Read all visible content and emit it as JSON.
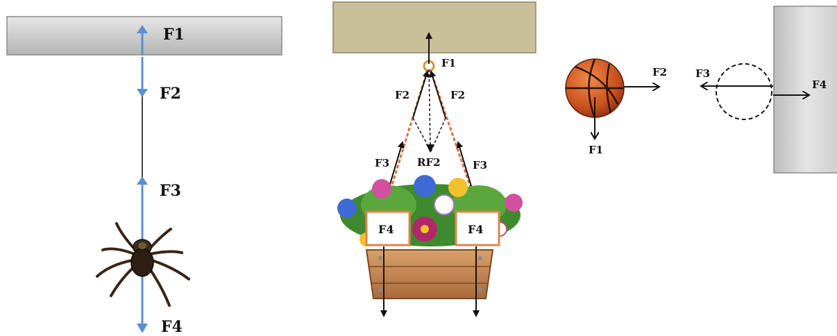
{
  "panel_spider": {
    "labels": [
      "F1",
      "F2",
      "F3",
      "F4"
    ]
  },
  "panel_basket": {
    "labels": {
      "top": "F1",
      "left_rope": "F2",
      "right_rope": "F2",
      "left_lower": "F3",
      "right_lower": "F3",
      "resultant": "RF2",
      "box_left": "F4",
      "box_right": "F4"
    }
  },
  "panel_ball": {
    "labels": {
      "weight": "F1",
      "push": "F2",
      "wall_left": "F3",
      "wall_right": "F4"
    }
  },
  "colors": {
    "blue_arrow": "#5b8fd0",
    "ceiling_gray": "#cfcfcf",
    "ceiling_tan": "#c9c09a",
    "rope": "#e3703a",
    "box_border": "#e0844a",
    "ball": "#d96a2a",
    "wall": "#d6d6d6"
  }
}
